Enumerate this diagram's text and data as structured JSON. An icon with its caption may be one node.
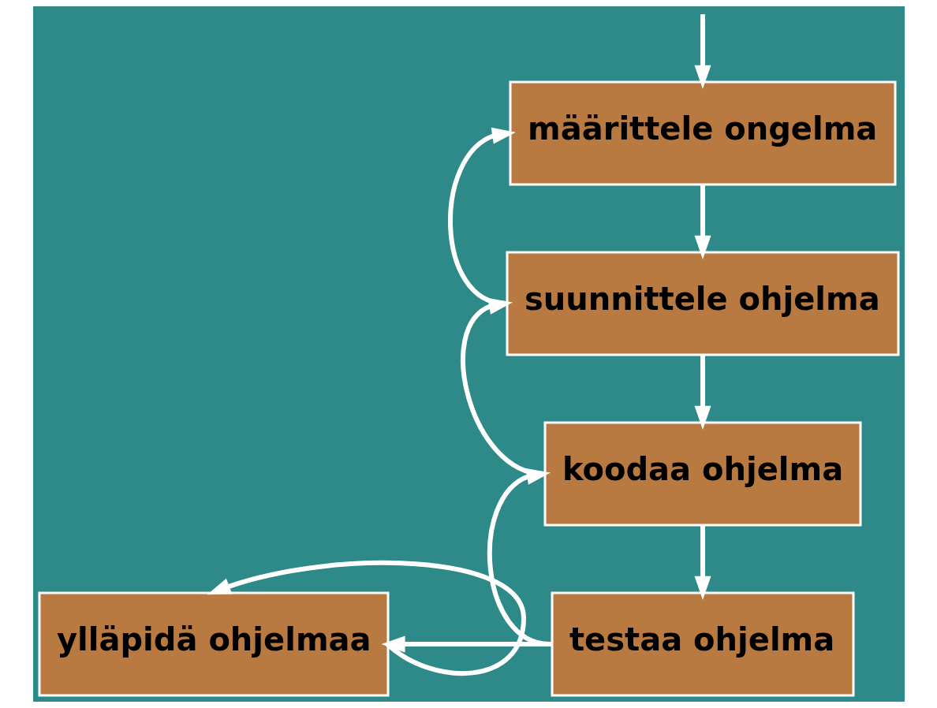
{
  "diagram": {
    "nodes": [
      {
        "text": [
          "määrittele ongelma"
        ]
      },
      {
        "text": [
          "suunnittele ohjelma"
        ]
      },
      {
        "text": [
          "koodaa ohjelma"
        ]
      },
      {
        "text": [
          "testaa ohjelma"
        ]
      },
      {
        "text": [
          "ylläpidä ohjelmaa"
        ]
      }
    ],
    "edges": [
      {
        "from": null,
        "to": 0,
        "arrow": "to"
      },
      {
        "from": 0,
        "to": 1,
        "arrow": "to"
      },
      {
        "from": 1,
        "to": 0,
        "arrow": "to"
      },
      {
        "from": 1,
        "to": 2,
        "arrow": "to"
      },
      {
        "from": 2,
        "to": 1,
        "arrow": "to"
      },
      {
        "from": 2,
        "to": 3,
        "arrow": "to"
      },
      {
        "from": 3,
        "to": 2,
        "arrow": "to"
      },
      {
        "from": 3,
        "to": 4,
        "arrow": "to"
      },
      {
        "from": 4,
        "to": 4,
        "arrow": "to"
      }
    ]
  }
}
